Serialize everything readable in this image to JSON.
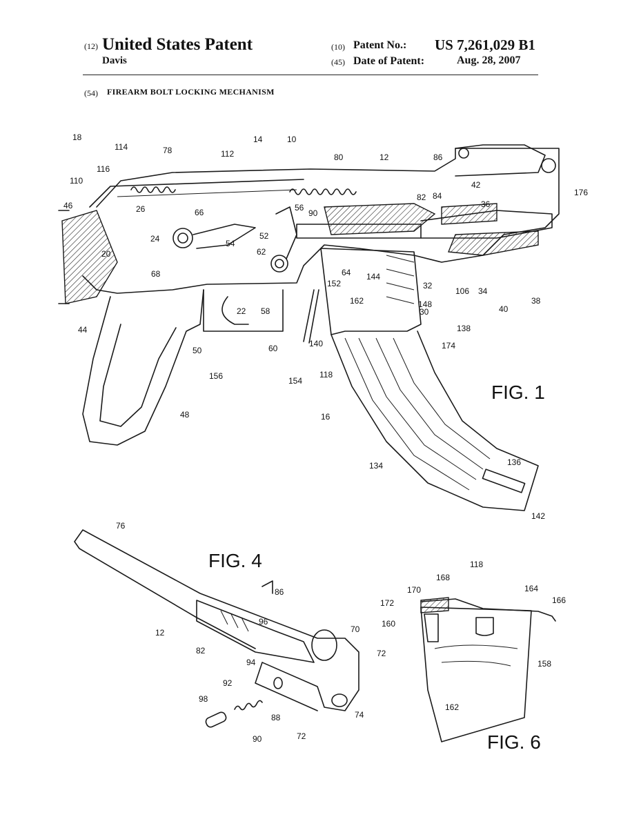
{
  "header": {
    "left_code": "(12)",
    "title": "United States Patent",
    "inventor": "Davis",
    "patent_no_code": "(10)",
    "patent_no_label": "Patent No.:",
    "patent_no": "US 7,261,029 B1",
    "date_code": "(45)",
    "date_label": "Date of Patent:",
    "date": "Aug. 28, 2007"
  },
  "invention": {
    "code": "(54)",
    "title": "FIREARM BOLT LOCKING MECHANISM"
  },
  "figures": {
    "fig1": {
      "caption": "FIG. 1",
      "labels": [
        "18",
        "114",
        "78",
        "112",
        "14",
        "10",
        "12",
        "86",
        "110",
        "116",
        "46",
        "26",
        "66",
        "80",
        "90",
        "82",
        "84",
        "42",
        "36",
        "176",
        "56",
        "24",
        "54",
        "52",
        "62",
        "64",
        "144",
        "32",
        "106",
        "34",
        "38",
        "20",
        "68",
        "22",
        "58",
        "152",
        "148",
        "30",
        "40",
        "162",
        "138",
        "44",
        "50",
        "60",
        "156",
        "140",
        "174",
        "154",
        "118",
        "48",
        "16",
        "134",
        "136",
        "142"
      ]
    },
    "fig4": {
      "caption": "FIG. 4",
      "labels": [
        "76",
        "86",
        "12",
        "96",
        "82",
        "70",
        "72",
        "94",
        "92",
        "88",
        "98",
        "90",
        "72",
        "74"
      ]
    },
    "fig6": {
      "caption": "FIG. 6",
      "labels": [
        "118",
        "168",
        "170",
        "164",
        "166",
        "172",
        "160",
        "158",
        "162"
      ]
    }
  }
}
